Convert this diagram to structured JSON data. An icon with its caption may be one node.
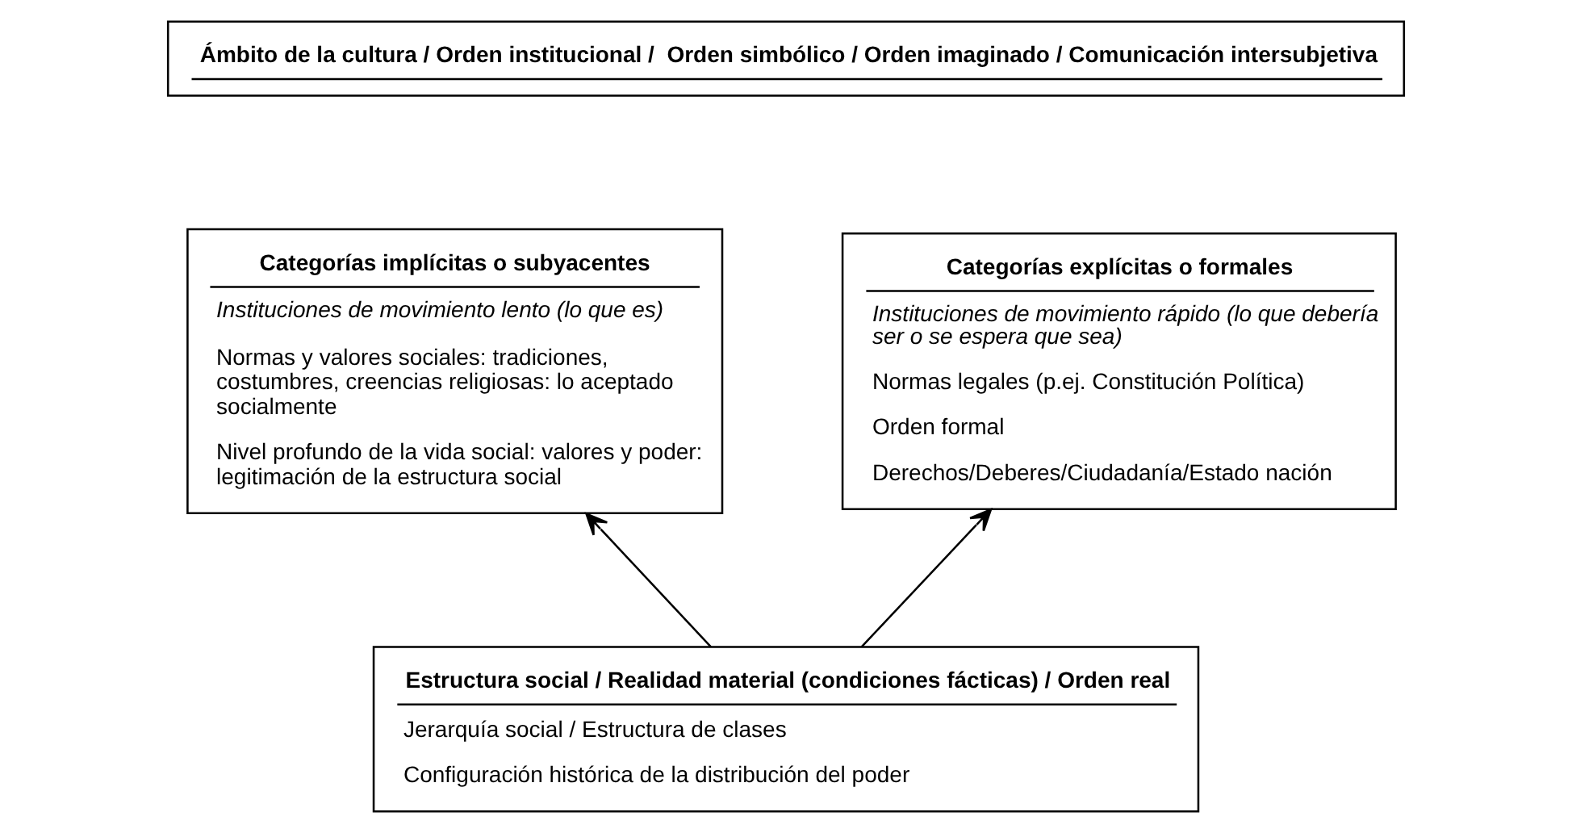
{
  "diagram": {
    "nodes": [
      {
        "text": [
          "Ámbito de la cultura / Orden institucional /  Orden simbólico / Orden imaginado / Comunicación intersubjetiva"
        ]
      },
      {
        "text": [
          "Categorías implícitas o subyacentes",
          "Instituciones de movimiento lento (lo que es)",
          "Normas y valores sociales: tradiciones, costumbres, creencias religiosas: lo aceptado socialmente",
          "Nivel profundo de la vida social: valores y poder: legitimación de la estructura social"
        ]
      },
      {
        "text": [
          "Categorías explícitas o formales",
          "Instituciones de movimiento rápido (lo que debería ser o se espera que sea)",
          "Normas legales (p.ej. Constitución Política)",
          "Orden formal",
          "Derechos/Deberes/Ciudadanía/Estado nación"
        ]
      },
      {
        "text": [
          "Estructura social / Realidad material (condiciones fácticas) / Orden real",
          "Jerarquía social / Estructura de clases",
          "Configuración histórica de la distribución del poder"
        ]
      }
    ],
    "edges": [
      {
        "from": 3,
        "to": 1,
        "arrow": "to"
      },
      {
        "from": 3,
        "to": 2,
        "arrow": "to"
      }
    ]
  }
}
